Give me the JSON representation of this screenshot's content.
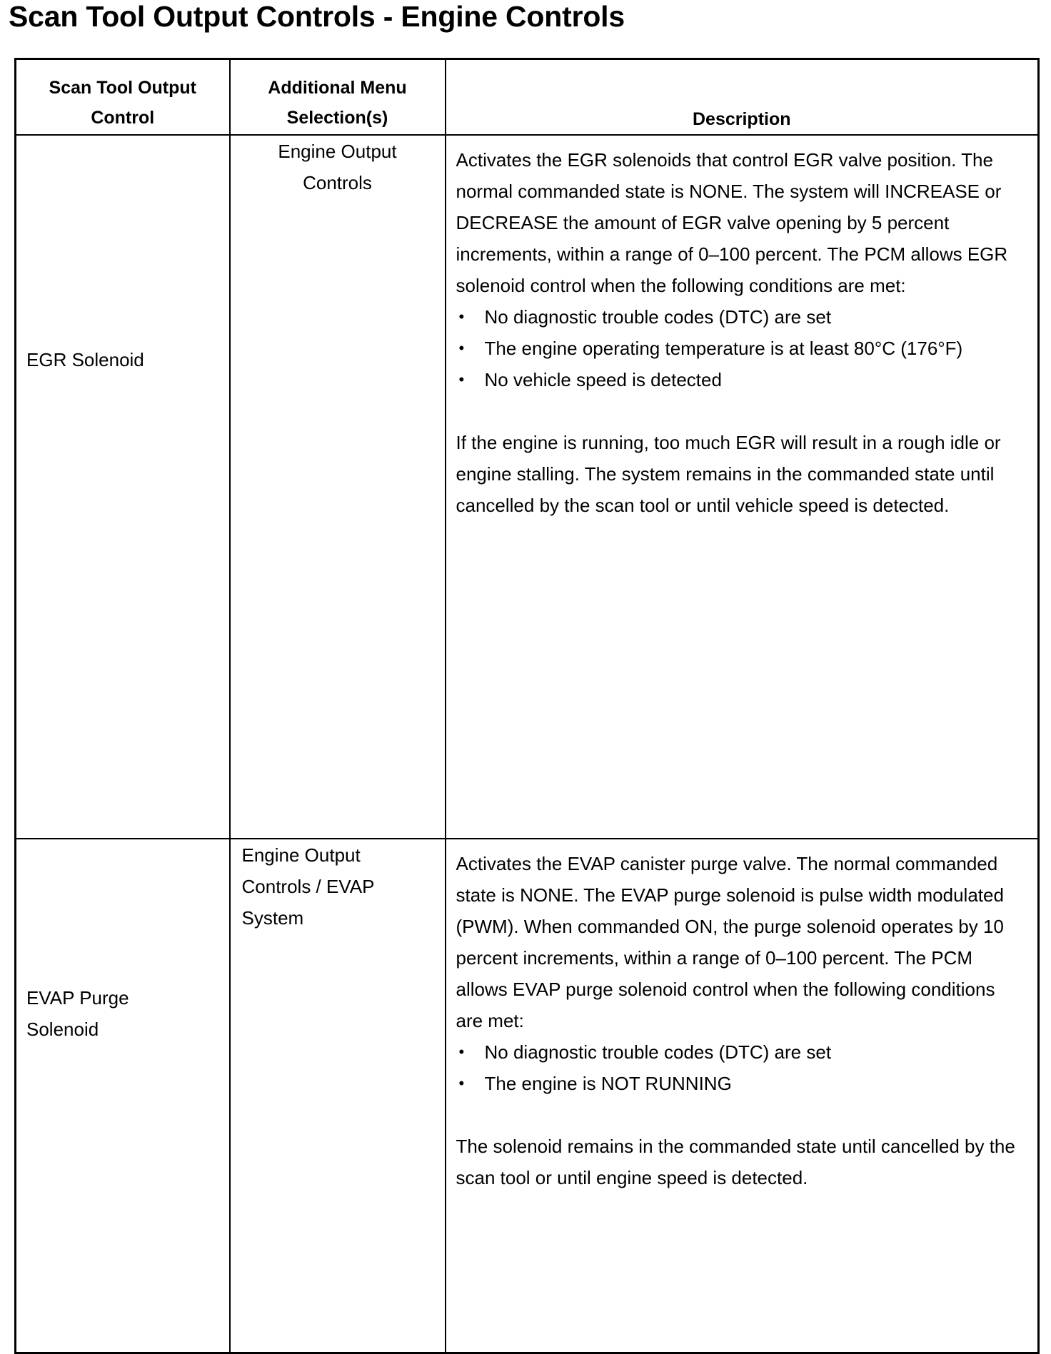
{
  "document": {
    "title": "Scan Tool Output Controls - Engine Controls"
  },
  "table": {
    "headers": {
      "col1_line1": "Scan Tool Output",
      "col1_line2": "Control",
      "col2_line1": "Additional Menu",
      "col2_line2": "Selection(s)",
      "col3": "Description"
    },
    "rows": [
      {
        "control": "EGR Solenoid",
        "menu_lines": [
          "Engine Output",
          "Controls"
        ],
        "menu_align": "center",
        "description": {
          "intro": "Activates the EGR solenoids that control EGR valve position. The normal commanded state is NONE. The system will INCREASE or DECREASE the amount of EGR valve opening by 5 percent increments, within a range of 0–100 percent. The PCM allows EGR solenoid control when the following conditions are met:",
          "bullets": [
            "No diagnostic trouble codes (DTC) are set",
            "The engine operating temperature is at least 80°C (176°F)",
            "No vehicle speed is detected"
          ],
          "outro": " If the engine is running, too much EGR will result in a rough idle or engine stalling. The system remains in the commanded state until cancelled by the scan tool or until vehicle speed is detected."
        }
      },
      {
        "control_lines": [
          "EVAP Purge",
          "Solenoid"
        ],
        "menu_lines": [
          "Engine Output",
          "Controls / EVAP",
          "System"
        ],
        "menu_align": "left",
        "description": {
          "intro": "Activates the EVAP canister purge valve. The normal commanded state is NONE. The EVAP purge solenoid is pulse width modulated (PWM). When commanded ON, the purge solenoid operates by 10 percent increments, within a range of 0–100 percent. The PCM allows EVAP purge solenoid control when the following conditions are met:",
          "bullets": [
            "No diagnostic trouble codes (DTC) are set",
            "The engine is NOT RUNNING"
          ],
          "outro": " The solenoid remains in the commanded state until cancelled by the scan tool or until engine speed is detected."
        }
      }
    ]
  },
  "bullet_glyph": "•"
}
